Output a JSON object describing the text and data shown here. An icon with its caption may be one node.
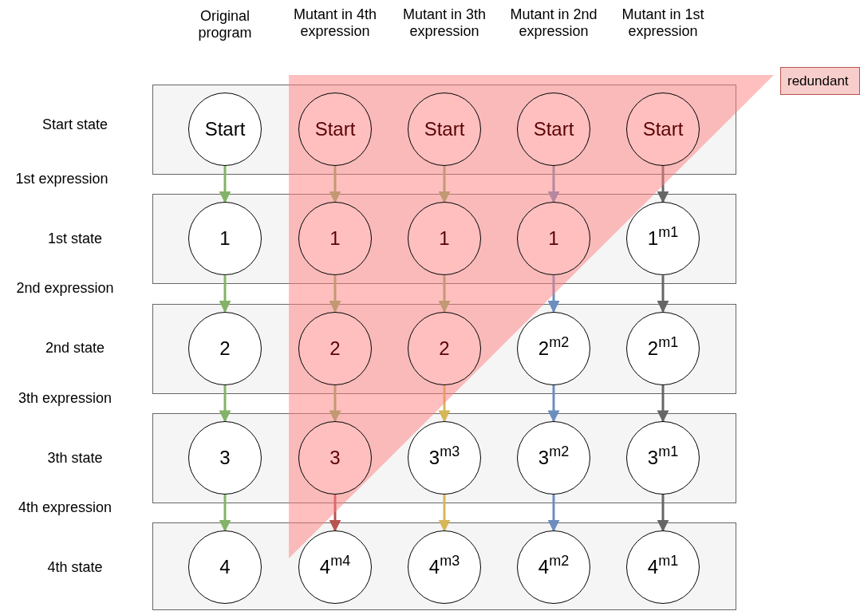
{
  "diagram": {
    "nodes": [
      {
        "text": [],
        "shape": "box"
      },
      {
        "text": [
          "Start"
        ],
        "in": 0
      },
      {
        "text": [
          "Start"
        ],
        "in": 0
      },
      {
        "text": [
          "Start"
        ],
        "in": 0
      },
      {
        "text": [
          "Start"
        ],
        "in": 0
      },
      {
        "text": [
          "Start"
        ],
        "in": 0
      },
      {
        "text": [],
        "shape": "box"
      },
      {
        "text": [
          "1"
        ],
        "in": 6
      },
      {
        "text": [
          "1"
        ],
        "in": 6
      },
      {
        "text": [
          "1"
        ],
        "in": 6
      },
      {
        "text": [
          "1"
        ],
        "in": 6
      },
      {
        "text": [
          "1$^{m1}$"
        ],
        "in": 6
      },
      {
        "text": [],
        "shape": "box"
      },
      {
        "text": [
          "2"
        ],
        "in": 12
      },
      {
        "text": [
          "2"
        ],
        "in": 12
      },
      {
        "text": [
          "2"
        ],
        "in": 12
      },
      {
        "text": [
          "2$^{m2}$"
        ],
        "in": 12
      },
      {
        "text": [
          "2$^{m1}$"
        ],
        "in": 12
      },
      {
        "text": [],
        "shape": "box"
      },
      {
        "text": [
          "3"
        ],
        "in": 18
      },
      {
        "text": [
          "3"
        ],
        "in": 18
      },
      {
        "text": [
          "3$^{m3}$"
        ],
        "in": 18
      },
      {
        "text": [
          "3$^{m2}$"
        ],
        "in": 18
      },
      {
        "text": [
          "3$^{m1}$"
        ],
        "in": 18
      },
      {
        "text": [],
        "shape": "box"
      },
      {
        "text": [
          "4"
        ],
        "in": 24
      },
      {
        "text": [
          "4$^{m4}$"
        ],
        "in": 24
      },
      {
        "text": [
          "4$^{m3}$"
        ],
        "in": 24
      },
      {
        "text": [
          "4$^{m2}$"
        ],
        "in": 24
      },
      {
        "text": [
          "4$^{m1}$"
        ],
        "in": 24
      }
    ],
    "edges": [
      {
        "from": 1,
        "to": 7,
        "arrow": "to"
      },
      {
        "from": 2,
        "to": 8,
        "arrow": "to"
      },
      {
        "from": 3,
        "to": 9,
        "arrow": "to"
      },
      {
        "from": 4,
        "to": 10,
        "arrow": "to",
        "color": "#6c8ebf"
      },
      {
        "from": 5,
        "to": 11,
        "arrow": "to",
        "color": "#666666"
      },
      {
        "from": 7,
        "to": 13,
        "arrow": "to"
      },
      {
        "from": 8,
        "to": 14,
        "arrow": "to"
      },
      {
        "from": 9,
        "to": 15,
        "arrow": "to"
      },
      {
        "from": 10,
        "to": 16,
        "arrow": "to",
        "color": "#6c8ebf"
      },
      {
        "from": 11,
        "to": 17,
        "arrow": "to",
        "color": "#666666"
      },
      {
        "from": 13,
        "to": 19,
        "arrow": "to"
      },
      {
        "from": 14,
        "to": 20,
        "arrow": "to"
      },
      {
        "from": 15,
        "to": 21,
        "arrow": "to",
        "color": "#d6b656"
      },
      {
        "from": 16,
        "to": 22,
        "arrow": "to",
        "color": "#6c8ebf"
      },
      {
        "from": 17,
        "to": 23,
        "arrow": "to",
        "color": "#666666"
      },
      {
        "from": 19,
        "to": 25,
        "arrow": "to"
      },
      {
        "from": 20,
        "to": 26,
        "arrow": "to",
        "color": "#b85450"
      },
      {
        "from": 21,
        "to": 27,
        "arrow": "to",
        "color": "#d6b656"
      },
      {
        "from": 22,
        "to": 28,
        "arrow": "to",
        "color": "#6c8ebf"
      },
      {
        "from": 23,
        "to": 29,
        "arrow": "to",
        "color": "#666666"
      }
    ],
    "labels": [
      "Original program",
      "Mutant in 4th expression",
      "Mutant in 3th expression",
      "Mutant in 2nd expression",
      "Mutant in 1st expression",
      "Start state",
      "1st expression",
      "1st state",
      "2nd expression",
      "2nd state",
      "3th expression",
      "3th state",
      "4th expression",
      "4th state"
    ],
    "legend": [
      {
        "text": "redundant",
        "color": "#f8cecc"
      }
    ]
  }
}
